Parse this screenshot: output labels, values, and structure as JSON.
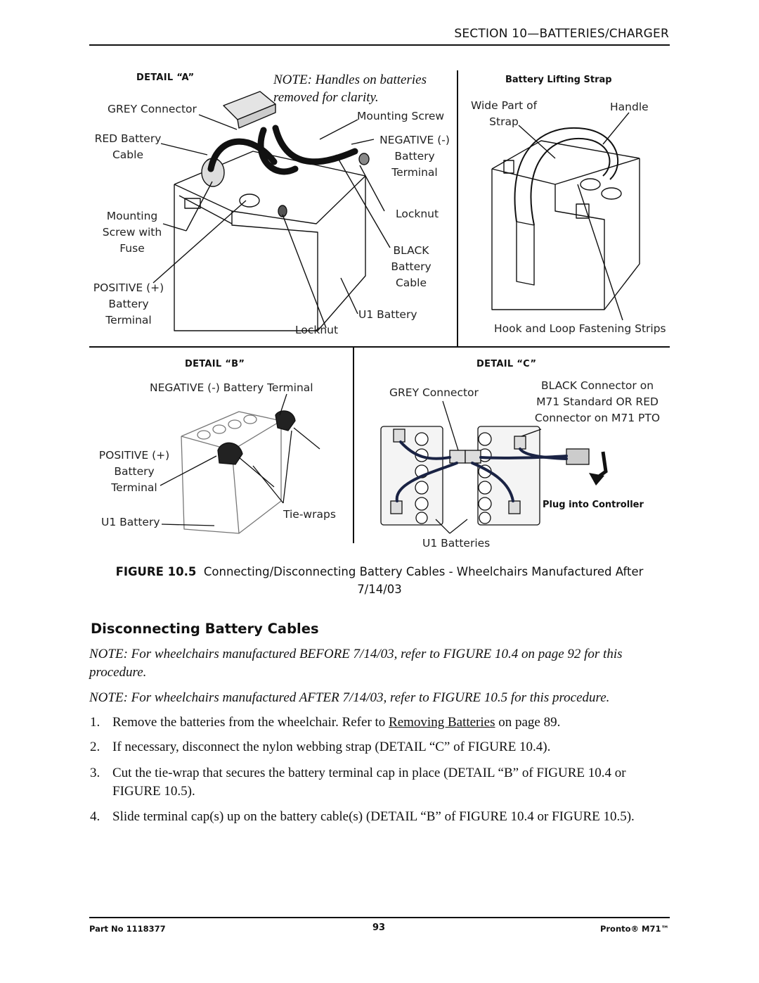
{
  "header": {
    "section": "SECTION 10—BATTERIES/CHARGER"
  },
  "detail_a": {
    "title": "DETAIL “A”",
    "note_line1": "NOTE: Handles on batteries",
    "note_line2": "removed for clarity.",
    "grey_connector": "GREY Connector",
    "mounting_screw": "Mounting Screw",
    "red_battery_cable": "RED Battery\nCable",
    "negative_terminal": "NEGATIVE (-)\nBattery\nTerminal",
    "mounting_screw_fuse": "Mounting\nScrew with\nFuse",
    "locknut_right": "Locknut",
    "black_battery_cable": "BLACK\nBattery\nCable",
    "positive_terminal": "POSITIVE (+)\nBattery\nTerminal",
    "u1_battery": "U1 Battery",
    "locknut_bottom": "Locknut"
  },
  "lifting_strap": {
    "title": "Battery Lifting Strap",
    "wide_part": "Wide Part of\nStrap",
    "handle": "Handle",
    "hook_loop": "Hook and Loop Fastening Strips"
  },
  "detail_b": {
    "title": "DETAIL “B”",
    "negative_terminal": "NEGATIVE (-) Battery Terminal",
    "positive_terminal": "POSITIVE (+)\nBattery\nTerminal",
    "tie_wraps": "Tie-wraps",
    "u1_battery": "U1 Battery"
  },
  "detail_c": {
    "title": "DETAIL “C”",
    "grey_connector": "GREY Connector",
    "black_connector": "BLACK Connector on\nM71 Standard OR RED\nConnector on M71 PTO",
    "plug_into_controller": "Plug into Controller",
    "u1_batteries": "U1 Batteries"
  },
  "figure": {
    "label": "FIGURE 10.5",
    "caption_line1": "Connecting/Disconnecting Battery Cables - Wheelchairs Manufactured After",
    "caption_line2": "7/14/03"
  },
  "section_title": "Disconnecting Battery Cables",
  "notes": [
    "NOTE: For wheelchairs manufactured BEFORE 7/14/03, refer to FIGURE 10.4 on page 92 for this procedure.",
    "NOTE: For wheelchairs manufactured AFTER 7/14/03, refer to FIGURE 10.5 for this procedure."
  ],
  "steps": [
    {
      "num": "1.",
      "pre": "Remove the batteries from the wheelchair. Refer to ",
      "link": "Removing Batteries",
      "post": " on page 89."
    },
    {
      "num": "2.",
      "text": "If necessary, disconnect the nylon webbing strap (DETAIL “C” of FIGURE 10.4)."
    },
    {
      "num": "3.",
      "text": "Cut the tie-wrap that secures the battery terminal cap in place (DETAIL “B” of FIGURE 10.4 or FIGURE 10.5)."
    },
    {
      "num": "4.",
      "text": "Slide terminal cap(s) up on the battery cable(s) (DETAIL “B” of FIGURE 10.4 or FIGURE 10.5)."
    }
  ],
  "footer": {
    "part_no": "Part No 1118377",
    "page": "93",
    "product": "Pronto® M71™"
  }
}
